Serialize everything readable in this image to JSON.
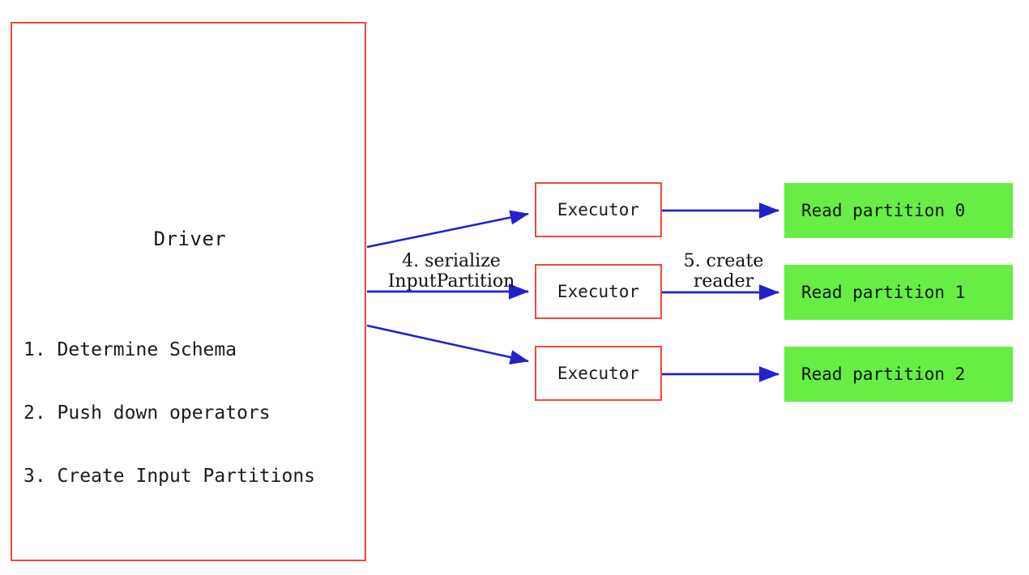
{
  "colors": {
    "box_border_red": "#ef4a3c",
    "partition_green": "#66ee44",
    "arrow_blue": "#2222cc",
    "text": "#111111",
    "background": "#ffffff"
  },
  "driver": {
    "title": "Driver",
    "steps": [
      "1. Determine Schema",
      "2. Push down operators",
      "3. Create Input Partitions"
    ]
  },
  "executors": [
    {
      "label": "Executor"
    },
    {
      "label": "Executor"
    },
    {
      "label": "Executor"
    }
  ],
  "partitions": [
    {
      "label": "Read partition 0"
    },
    {
      "label": "Read partition 1"
    },
    {
      "label": "Read partition 2"
    }
  ],
  "edge_labels": {
    "driver_to_executor": {
      "line1": "4. serialize",
      "line2": "InputPartition"
    },
    "executor_to_partition": {
      "line1": "5. create",
      "line2": "reader"
    }
  }
}
